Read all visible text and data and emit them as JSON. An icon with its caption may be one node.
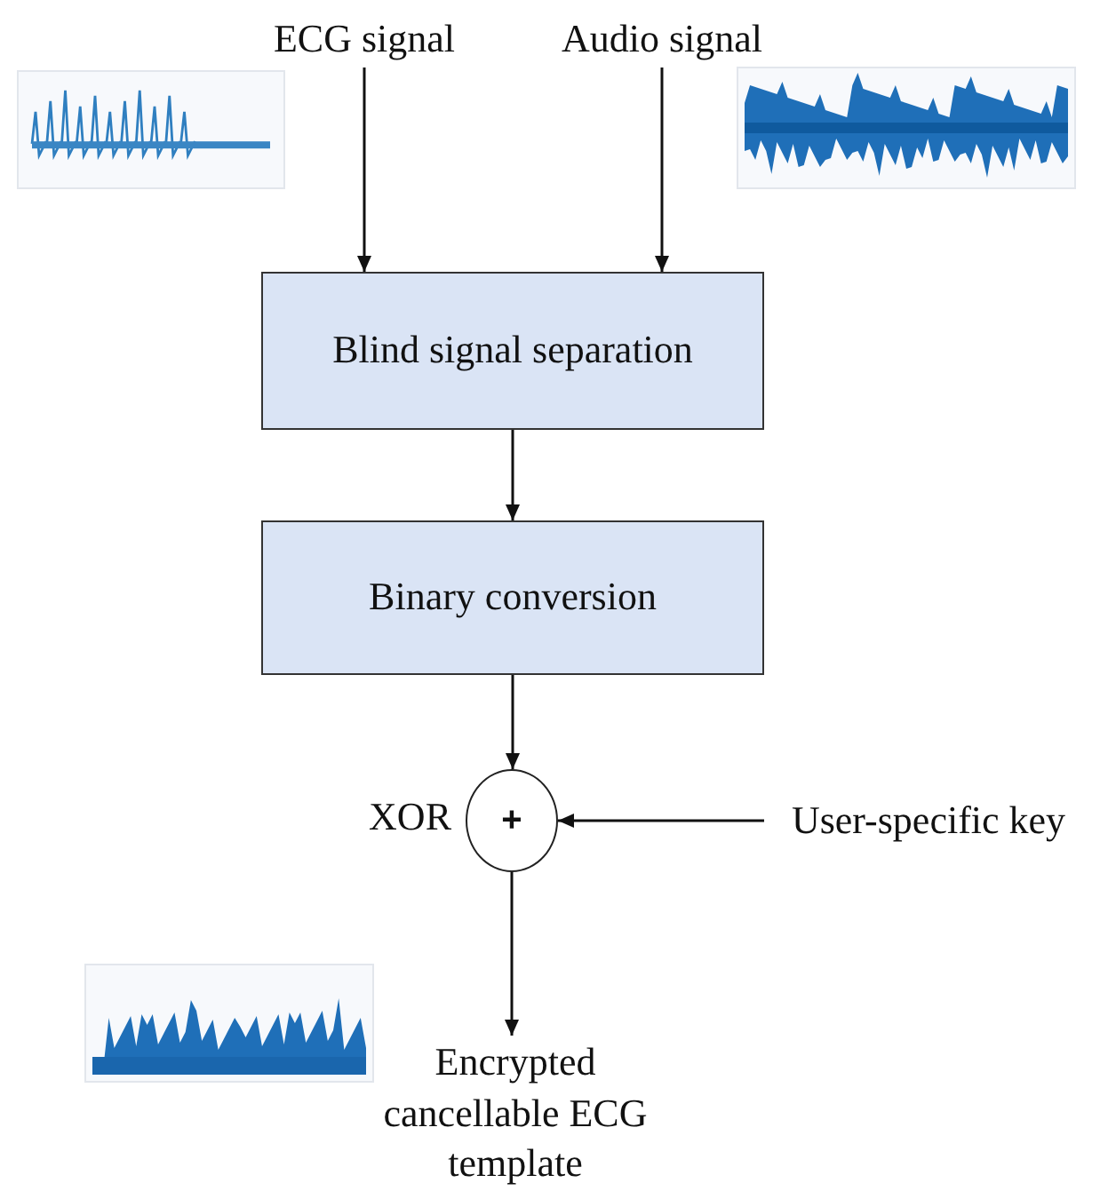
{
  "diagram": {
    "nodes": [
      {
        "text": [
          "ECG signal"
        ]
      },
      {
        "text": [
          "Audio signal"
        ]
      },
      {
        "text": [
          "Blind signal separation"
        ]
      },
      {
        "text": [
          "Binary conversion"
        ]
      },
      {
        "text": [
          "+"
        ],
        "beside": [
          "XOR"
        ]
      },
      {
        "text": [
          "User-specific key"
        ]
      },
      {
        "text": [
          "Encrypted cancellable ECG template"
        ]
      }
    ],
    "edges": [
      {
        "from": 0,
        "to": 2,
        "arrow": "to"
      },
      {
        "from": 1,
        "to": 2,
        "arrow": "to"
      },
      {
        "from": 2,
        "to": 3,
        "arrow": "to"
      },
      {
        "from": 3,
        "to": 4,
        "arrow": "to"
      },
      {
        "from": 5,
        "to": 4,
        "arrow": "to"
      },
      {
        "from": 4,
        "to": 6,
        "arrow": "to"
      }
    ]
  }
}
